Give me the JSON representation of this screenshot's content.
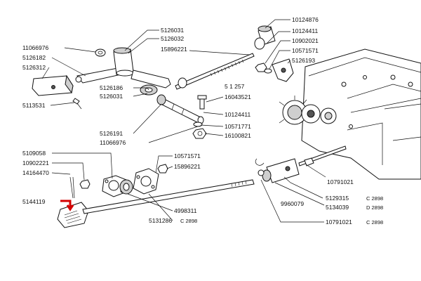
{
  "diagram": {
    "part_labels": [
      {
        "id": "lbl-10124876",
        "text": "10124876"
      },
      {
        "id": "lbl-10124411-top",
        "text": "10124411"
      },
      {
        "id": "lbl-10902021",
        "text": "10902021"
      },
      {
        "id": "lbl-10571571-top",
        "text": "10571571"
      },
      {
        "id": "lbl-5126193",
        "text": "5126193"
      },
      {
        "id": "lbl-5126031-top",
        "text": "5126031"
      },
      {
        "id": "lbl-5126032",
        "text": "5126032"
      },
      {
        "id": "lbl-15896221",
        "text": "15896221"
      },
      {
        "id": "lbl-11066976-top",
        "text": "11066976"
      },
      {
        "id": "lbl-5126182",
        "text": "5126182"
      },
      {
        "id": "lbl-5126312",
        "text": "5126312"
      },
      {
        "id": "lbl-5113531",
        "text": "5113531"
      },
      {
        "id": "lbl-5126186",
        "text": "5126186"
      },
      {
        "id": "lbl-5126031-mid",
        "text": "5126031"
      },
      {
        "id": "lbl-16043521",
        "text": "16043521"
      },
      {
        "id": "lbl-10124411-mid",
        "text": "10124411"
      },
      {
        "id": "lbl-5126191",
        "text": "5126191"
      },
      {
        "id": "lbl-10571771",
        "text": "10571771"
      },
      {
        "id": "lbl-11066976-bot",
        "text": "11066976"
      },
      {
        "id": "lbl-16100821",
        "text": "16100821"
      },
      {
        "id": "lbl-5109058",
        "text": "5109058"
      },
      {
        "id": "lbl-10902221",
        "text": "10902221"
      },
      {
        "id": "lbl-14164470",
        "text": "14164470"
      },
      {
        "id": "lbl-10571571-low",
        "text": "10571571"
      },
      {
        "id": "lbl-15896221-low",
        "text": "15896221"
      },
      {
        "id": "lbl-10791021-right",
        "text": "10791021"
      },
      {
        "id": "lbl-5144119",
        "text": "5144119"
      },
      {
        "id": "lbl-9960079",
        "text": "9960079"
      },
      {
        "id": "lbl-5129315",
        "text": "5129315"
      },
      {
        "id": "lbl-5134039",
        "text": "5134039"
      },
      {
        "id": "lbl-4998311",
        "text": "4998311"
      },
      {
        "id": "lbl-5131286",
        "text": "5131286"
      },
      {
        "id": "lbl-10791021-bot",
        "text": "10791021"
      },
      {
        "id": "lbl-5128257",
        "text": "5 1 257"
      }
    ],
    "model_codes": [
      {
        "id": "code-5129315",
        "text": "C 2898"
      },
      {
        "id": "code-5134039",
        "text": "D 2898"
      },
      {
        "id": "code-5131286",
        "text": "C 2898"
      },
      {
        "id": "code-10791021",
        "text": "C 2898"
      }
    ],
    "colors": {
      "highlight_arrow": "#d40000",
      "line": "#111111",
      "shade": "#cfcfcf"
    }
  }
}
